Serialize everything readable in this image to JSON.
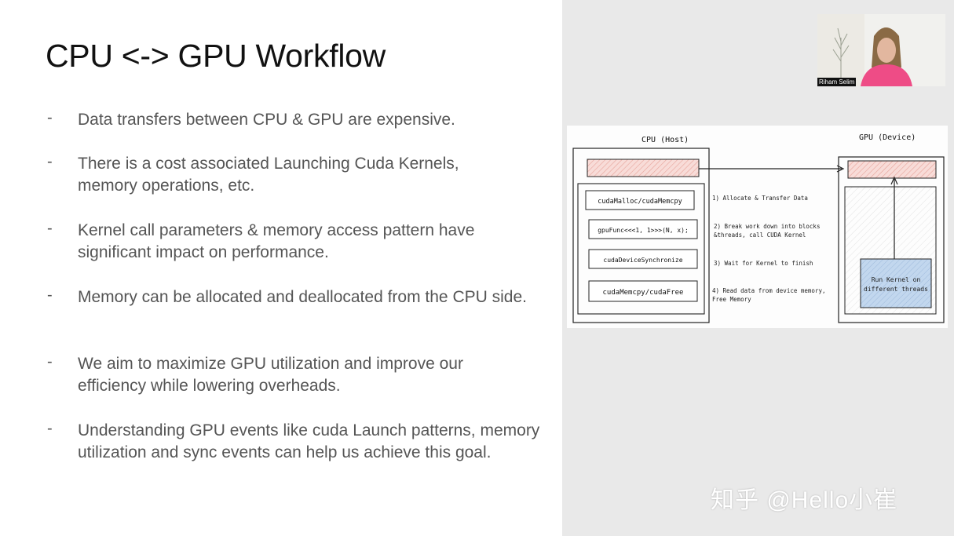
{
  "slide": {
    "title": "CPU <-> GPU Workflow",
    "bullet_marker": "-",
    "bullets": [
      "Data transfers between CPU & GPU are expensive.",
      "There is a cost associated Launching Cuda Kernels, memory operations, etc.",
      "Kernel call parameters & memory access pattern have significant impact on performance.",
      "Memory can be allocated and deallocated from the CPU side.",
      "We aim to maximize GPU utilization and improve our efficiency while lowering overheads.",
      "Understanding GPU events like cuda Launch patterns, memory utilization and sync events  can help us achieve this goal."
    ]
  },
  "diagram": {
    "cpu_label": "CPU (Host)",
    "gpu_label": "GPU (Device)",
    "calls": [
      "cudaMalloc/cudaMemcpy",
      "gpuFunc<<<1, 1>>>(N, x);",
      "cudaDeviceSynchronize",
      "cudaMemcpy/cudaFree"
    ],
    "steps": [
      [
        "1) Allocate & Transfer Data"
      ],
      [
        "2) Break work down into blocks",
        "&threads, call CUDA Kernel"
      ],
      [
        "3) Wait for Kernel to finish"
      ],
      [
        "4) Read data from device memory,",
        "Free Memory"
      ]
    ],
    "kernel_box": [
      "Run Kernel on",
      "different threads"
    ]
  },
  "participant": {
    "name": "Riham Selim"
  },
  "watermark": "知乎 @Hello小崔",
  "colors": {
    "memory_fill": "#f6d6d2",
    "kernel_fill": "#b9d1ea",
    "slide_text": "#555555"
  }
}
